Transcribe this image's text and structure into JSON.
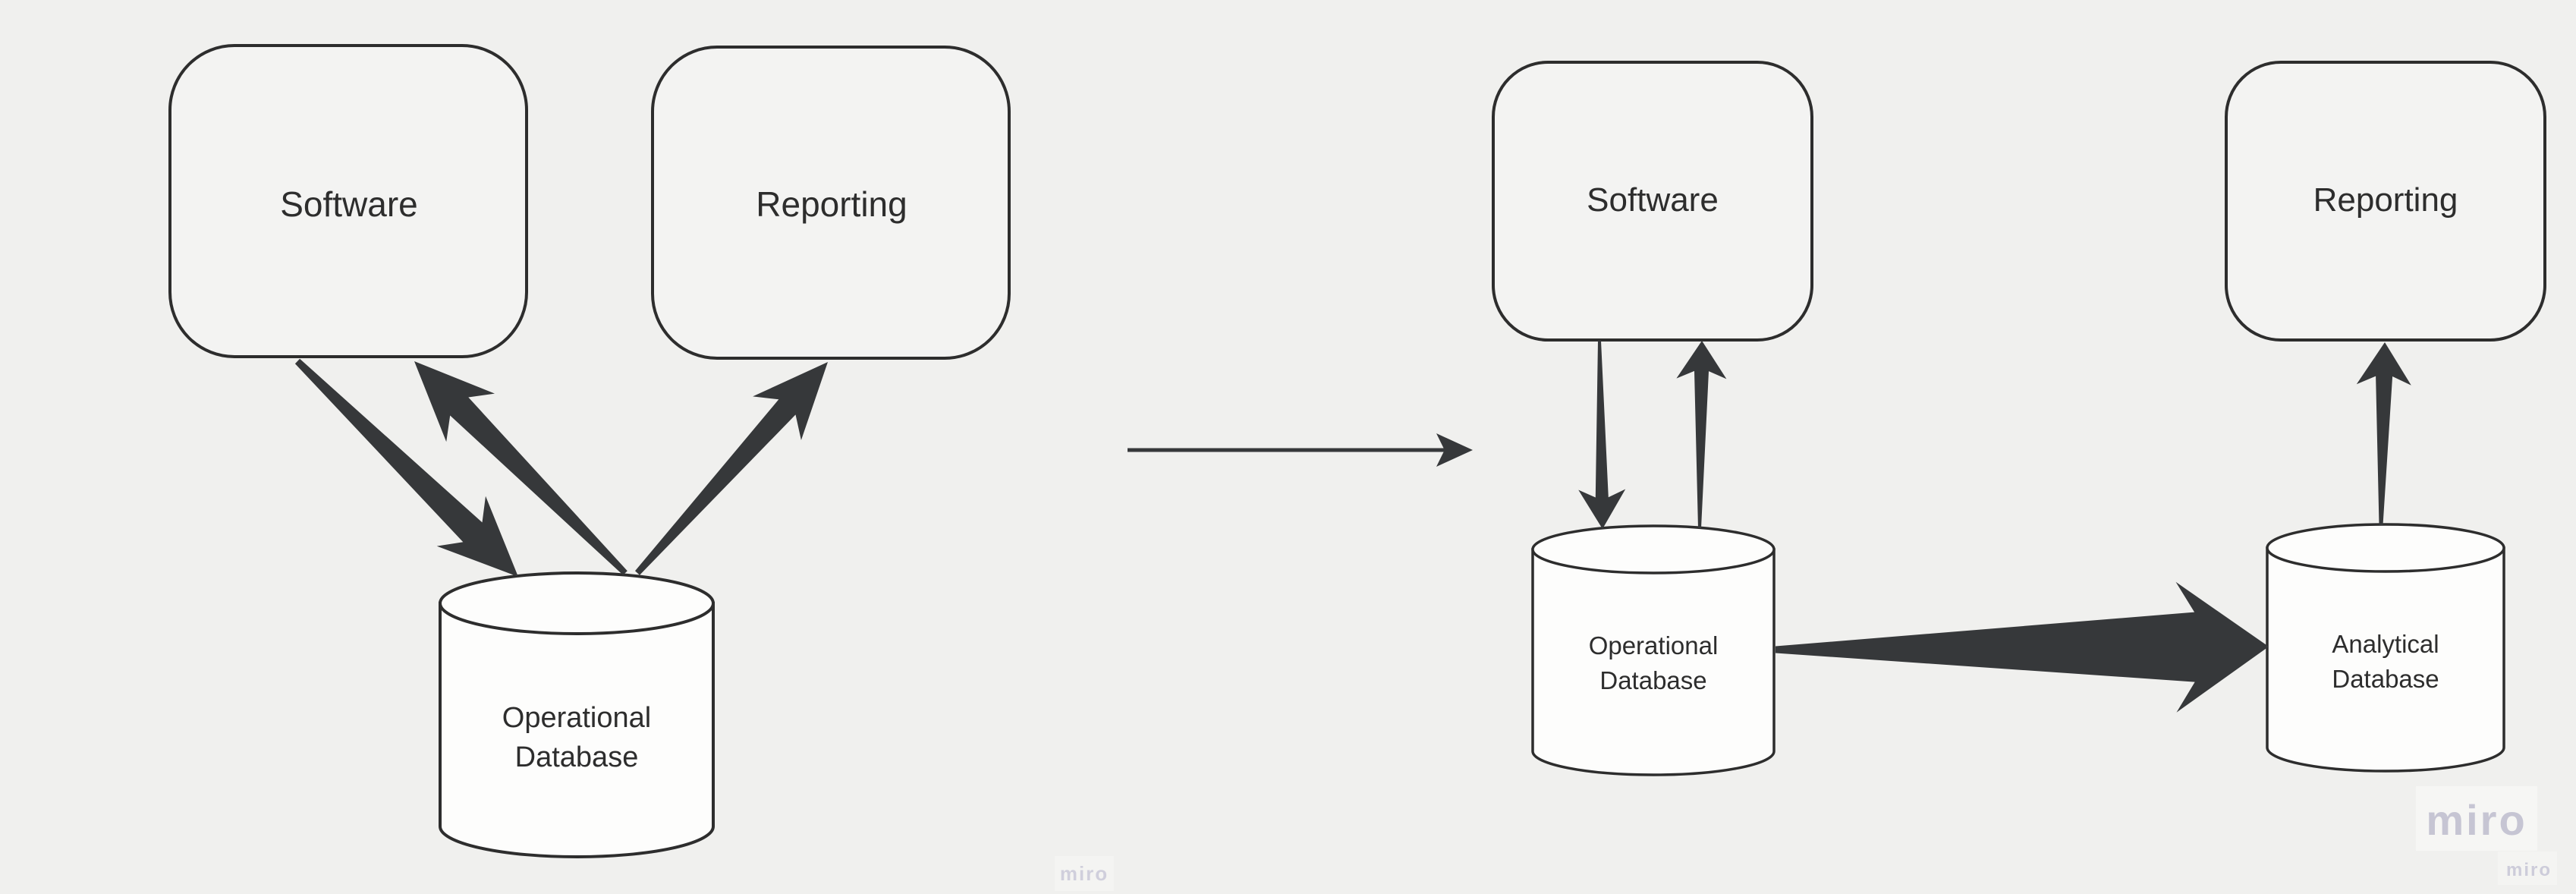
{
  "canvas": {
    "background": "#f0f0ee"
  },
  "palette": {
    "shape_fill": "#f3f3f2",
    "cylinder_fill": "#fdfdfc",
    "outline": "#2d2d2d",
    "arrow_fill": "#36383a",
    "label_color": "#2d2d2d",
    "watermark_color": "#c6c5d3"
  },
  "before_diagram": {
    "software_label": "Software",
    "reporting_label": "Reporting",
    "database_label": {
      "line1": "Operational",
      "line2": "Database"
    },
    "connections": [
      "Software → Operational Database",
      "Operational Database → Software",
      "Operational Database → Reporting"
    ]
  },
  "transition": {
    "connection": "before → after"
  },
  "after_diagram": {
    "software_label": "Software",
    "reporting_label": "Reporting",
    "operational_database_label": {
      "line1": "Operational",
      "line2": "Database"
    },
    "analytical_database_label": {
      "line1": "Analytical",
      "line2": "Database"
    },
    "connections": [
      "Software → Operational Database",
      "Operational Database → Software",
      "Operational Database → Analytical Database",
      "Analytical Database → Reporting"
    ]
  },
  "watermarks": {
    "bottom_center": "miro",
    "bottom_right_large": "miro",
    "bottom_right_small": "miro"
  }
}
